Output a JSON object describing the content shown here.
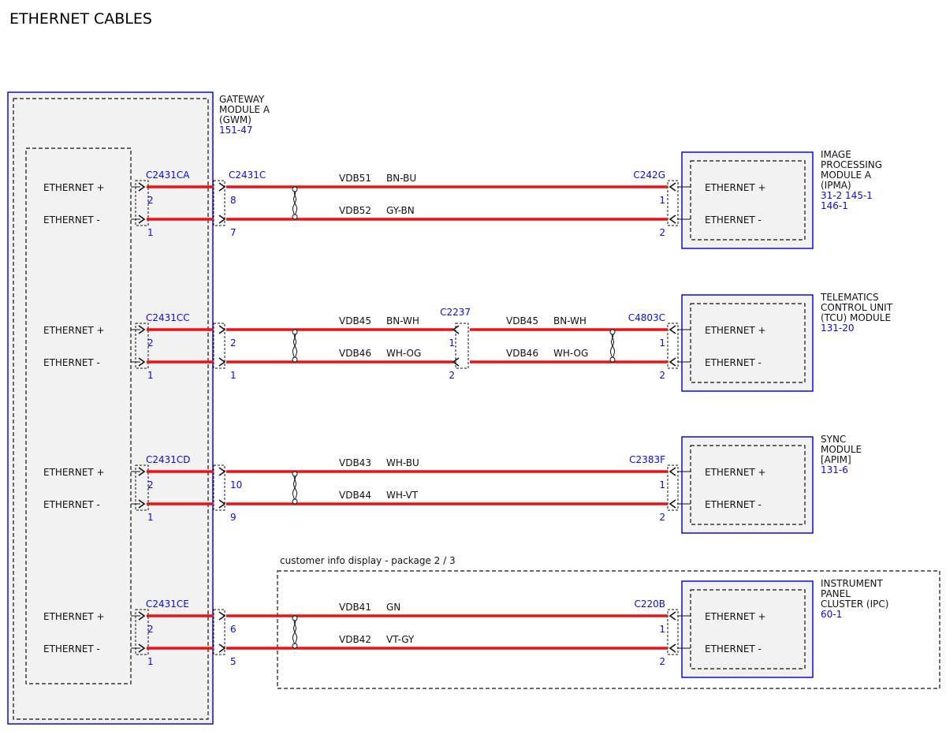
{
  "title": "ETHERNET CABLES",
  "colors": {
    "wire": "#ee1111",
    "link": "#0a0ae6",
    "module_fill": "#f2f2f2",
    "text": "#111111"
  },
  "gateway": {
    "name_lines": [
      "GATEWAY",
      "MODULE A",
      "(GWM)"
    ],
    "ref": "151-47"
  },
  "package_note": "customer info display - package 2 / 3",
  "groups": [
    {
      "gw_connector": "C2431CA",
      "inline_connector": "C2431C",
      "rows": [
        {
          "label": "ETHERNET +",
          "gw_pin": "2",
          "inline_pin": "8",
          "circuit": "VDB51",
          "color": "BN-BU",
          "dest_pin": "1",
          "dest_label": "ETHERNET +"
        },
        {
          "label": "ETHERNET -",
          "gw_pin": "1",
          "inline_pin": "7",
          "circuit": "VDB52",
          "color": "GY-BN",
          "dest_pin": "2",
          "dest_label": "ETHERNET -"
        }
      ],
      "dest_connector": "C242G",
      "module_lines": [
        "IMAGE",
        "PROCESSING",
        "MODULE A",
        "(IPMA)"
      ],
      "module_refs": [
        "31-2    145-1",
        "146-1"
      ]
    },
    {
      "gw_connector": "C2431CC",
      "inline_connector": "",
      "rows": [
        {
          "label": "ETHERNET +",
          "gw_pin": "2",
          "inline_pin": "2",
          "circuit": "VDB45",
          "color": "BN-WH",
          "mid_pin": "1",
          "circuit2": "VDB45",
          "color2": "BN-WH",
          "dest_pin": "1",
          "dest_label": "ETHERNET +"
        },
        {
          "label": "ETHERNET -",
          "gw_pin": "1",
          "inline_pin": "1",
          "circuit": "VDB46",
          "color": "WH-OG",
          "mid_pin": "2",
          "circuit2": "VDB46",
          "color2": "WH-OG",
          "dest_pin": "2",
          "dest_label": "ETHERNET -"
        }
      ],
      "mid_connector": "C2237",
      "dest_connector": "C4803C",
      "module_lines": [
        "TELEMATICS",
        "CONTROL UNIT",
        "(TCU) MODULE"
      ],
      "module_refs": [
        "131-20"
      ]
    },
    {
      "gw_connector": "C2431CD",
      "inline_connector": "",
      "rows": [
        {
          "label": "ETHERNET +",
          "gw_pin": "2",
          "inline_pin": "10",
          "circuit": "VDB43",
          "color": "WH-BU",
          "dest_pin": "1",
          "dest_label": "ETHERNET +"
        },
        {
          "label": "ETHERNET -",
          "gw_pin": "1",
          "inline_pin": "9",
          "circuit": "VDB44",
          "color": "WH-VT",
          "dest_pin": "2",
          "dest_label": "ETHERNET -"
        }
      ],
      "dest_connector": "C2383F",
      "module_lines": [
        "SYNC",
        "MODULE",
        "[APIM]"
      ],
      "module_refs": [
        "131-6"
      ]
    },
    {
      "gw_connector": "C2431CE",
      "inline_connector": "",
      "rows": [
        {
          "label": "ETHERNET +",
          "gw_pin": "2",
          "inline_pin": "6",
          "circuit": "VDB41",
          "color": "GN",
          "dest_pin": "1",
          "dest_label": "ETHERNET +"
        },
        {
          "label": "ETHERNET -",
          "gw_pin": "1",
          "inline_pin": "5",
          "circuit": "VDB42",
          "color": "VT-GY",
          "dest_pin": "2",
          "dest_label": "ETHERNET -"
        }
      ],
      "dest_connector": "C220B",
      "module_lines": [
        "INSTRUMENT",
        "PANEL",
        "CLUSTER (IPC)"
      ],
      "module_refs": [
        "60-1"
      ]
    }
  ]
}
